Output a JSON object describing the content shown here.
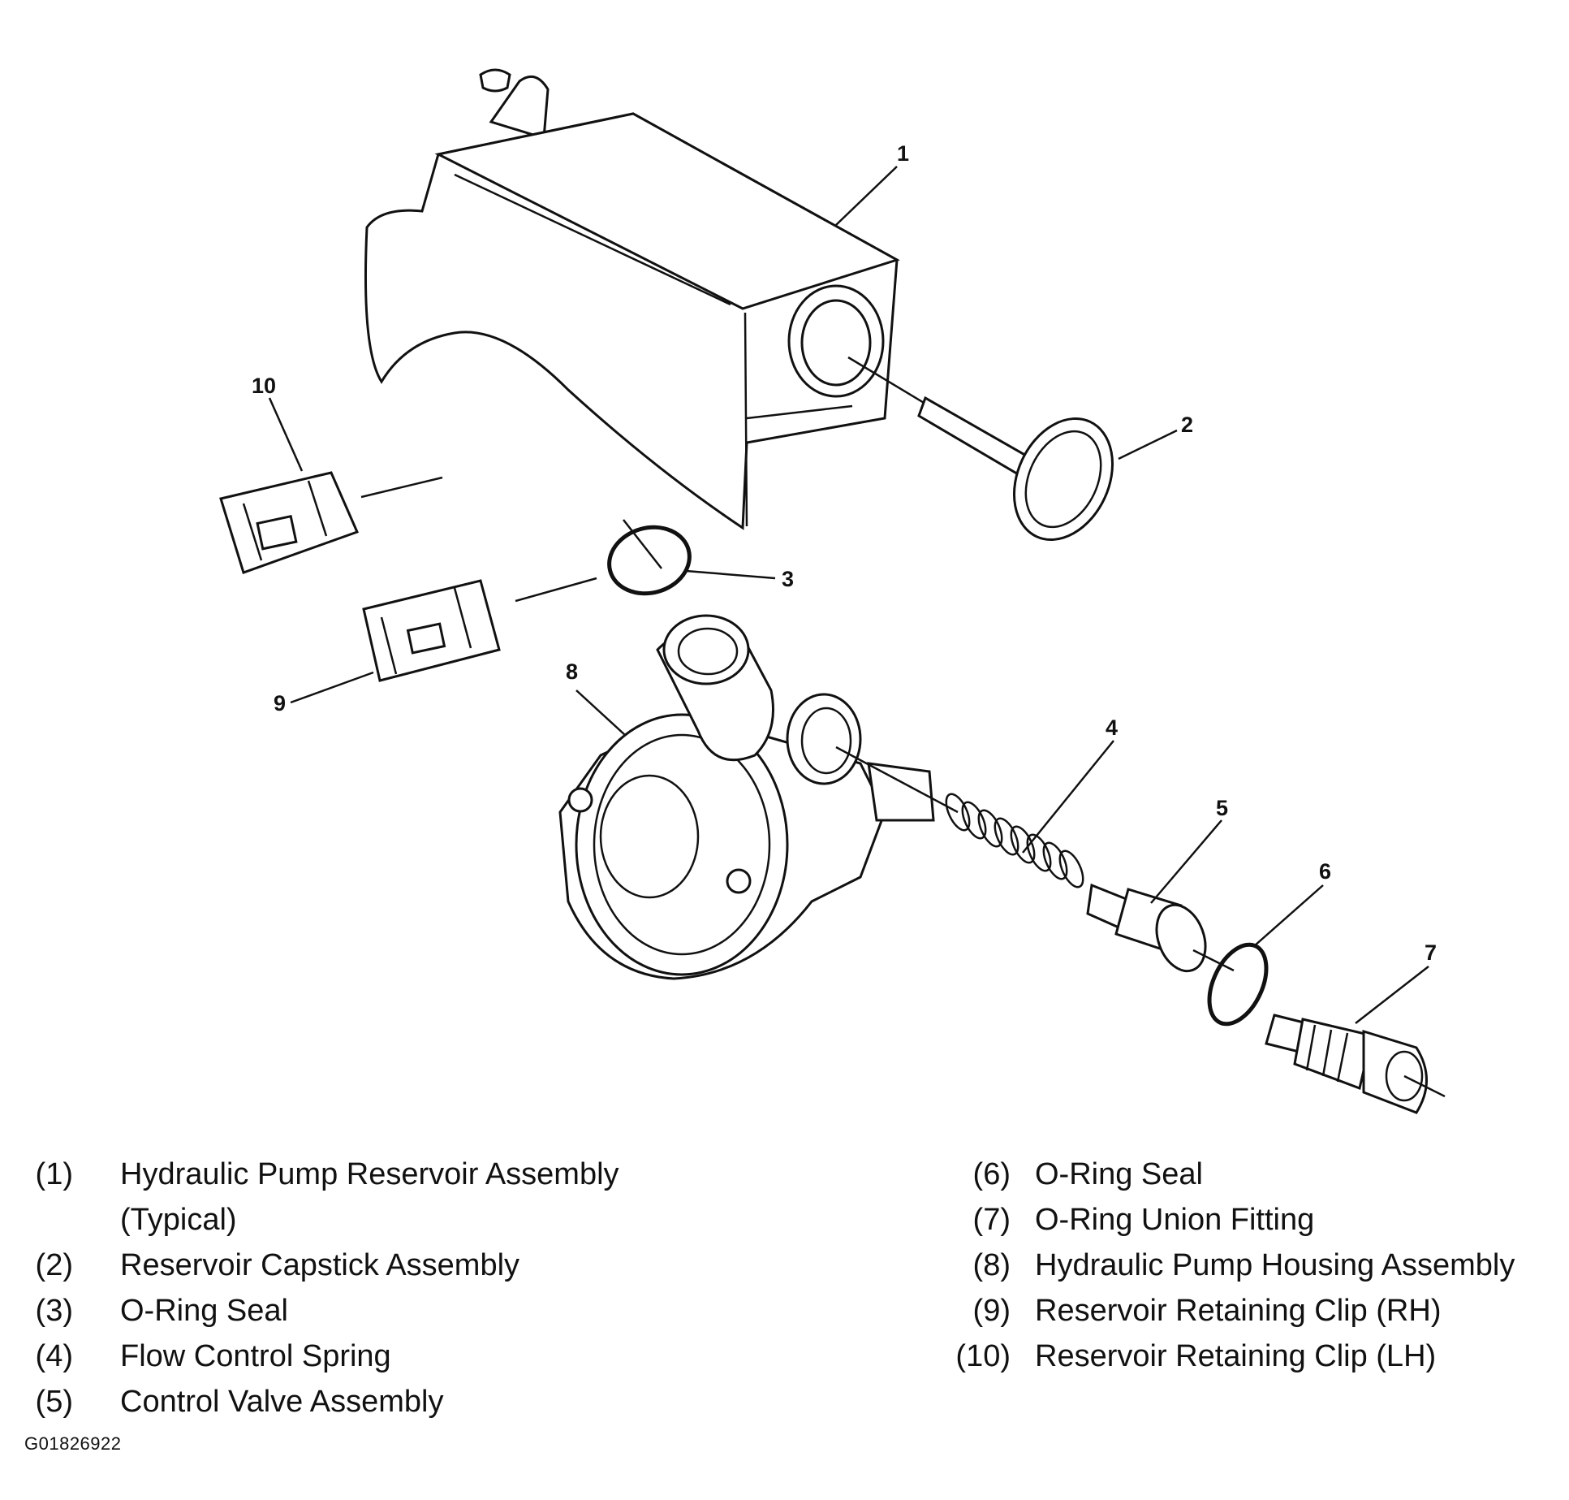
{
  "callouts": [
    "1",
    "2",
    "3",
    "4",
    "5",
    "6",
    "7",
    "8",
    "9",
    "10"
  ],
  "legend": {
    "left": [
      {
        "num": "(1)",
        "label": "Hydraulic Pump Reservoir Assembly",
        "label2": "(Typical)"
      },
      {
        "num": "(2)",
        "label": "Reservoir Capstick Assembly"
      },
      {
        "num": "(3)",
        "label": "O-Ring Seal"
      },
      {
        "num": "(4)",
        "label": "Flow Control Spring"
      },
      {
        "num": "(5)",
        "label": "Control Valve Assembly"
      }
    ],
    "right": [
      {
        "num": "(6)",
        "label": "O-Ring Seal"
      },
      {
        "num": "(7)",
        "label": "O-Ring Union Fitting"
      },
      {
        "num": "(8)",
        "label": "Hydraulic Pump Housing Assembly"
      },
      {
        "num": "(9)",
        "label": "Reservoir Retaining Clip (RH)"
      },
      {
        "num": "(10)",
        "label": "Reservoir Retaining Clip (LH)"
      }
    ]
  },
  "figure_id": "G01826922"
}
